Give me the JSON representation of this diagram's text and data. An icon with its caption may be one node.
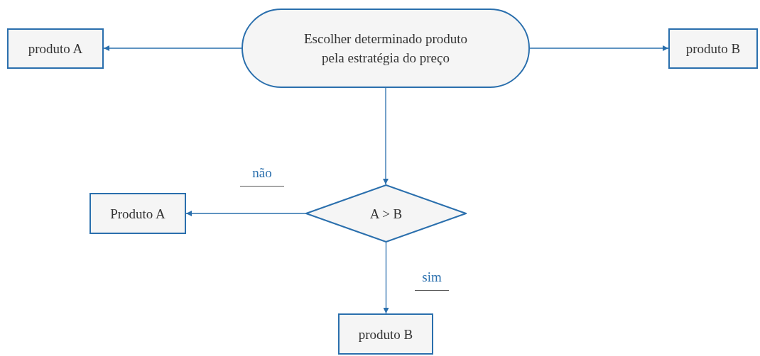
{
  "diagram": {
    "nodes": [
      {
        "text": [
          "Escolher determinado produto pela estratégia do preço"
        ]
      },
      {
        "text": [
          "produto A"
        ]
      },
      {
        "text": [
          "produto B"
        ]
      },
      {
        "text": [
          "A > B"
        ]
      },
      {
        "text": [
          "Produto A"
        ]
      },
      {
        "text": [
          "produto B"
        ]
      }
    ],
    "edges": [
      {
        "from": 0,
        "to": 1,
        "arrow": "to"
      },
      {
        "from": 0,
        "to": 2,
        "arrow": "to"
      },
      {
        "from": 0,
        "to": 3,
        "arrow": "to"
      },
      {
        "from": 3,
        "to": 4,
        "arrow": "to",
        "label": "não"
      },
      {
        "from": 3,
        "to": 5,
        "arrow": "to",
        "label": "sim"
      }
    ]
  }
}
